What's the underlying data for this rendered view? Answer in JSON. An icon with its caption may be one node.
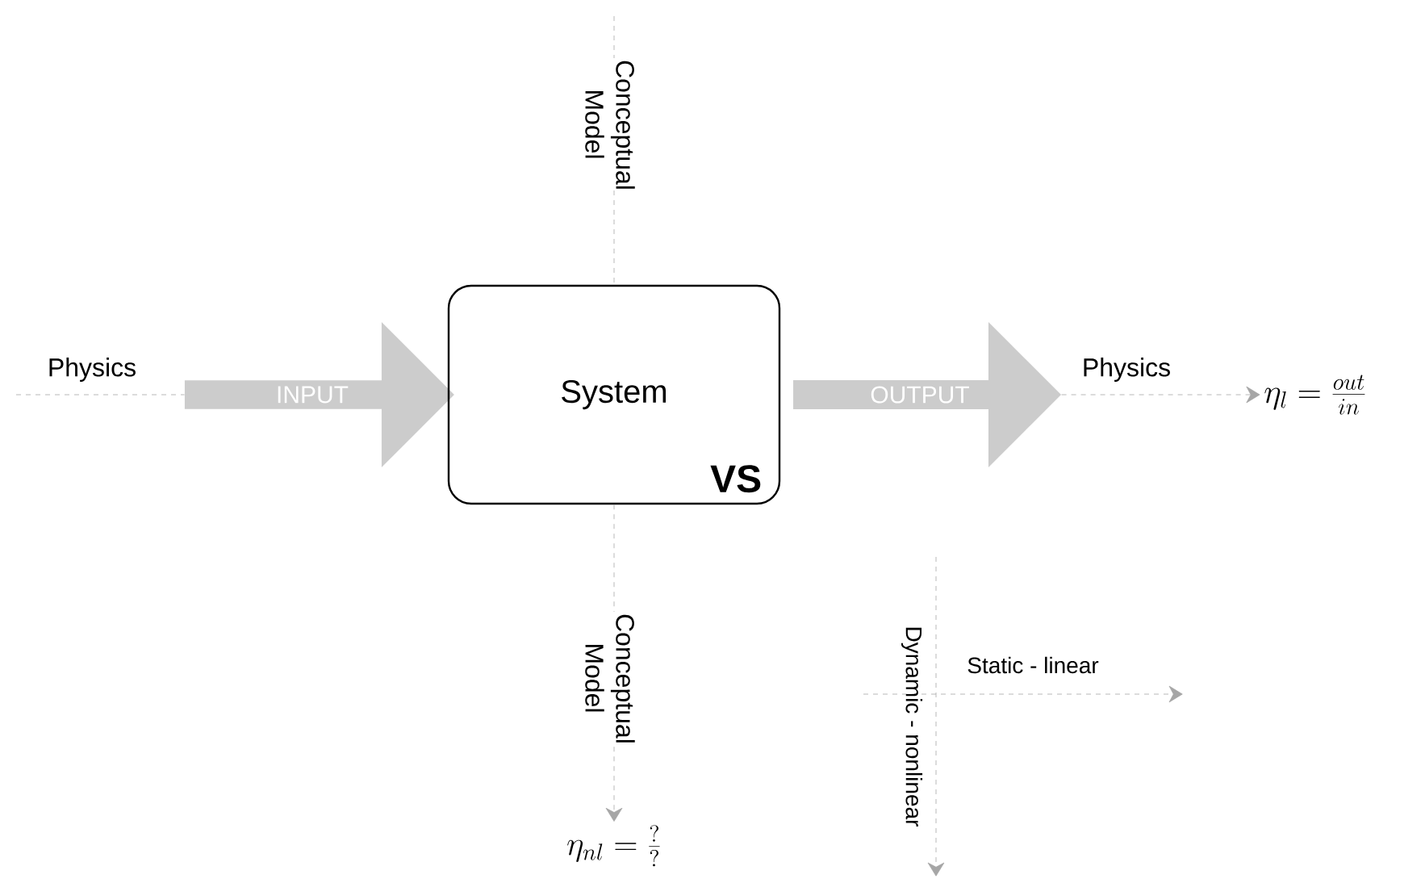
{
  "diagram": {
    "nodes": [
      {
        "text": [
          "INPUT"
        ]
      },
      {
        "text": [
          "System",
          "VS"
        ]
      },
      {
        "text": [
          "OUTPUT"
        ]
      },
      {
        "text": [
          "\\eta_{l} = \\frac{out}{in}"
        ]
      },
      {
        "text": [
          "\\eta_{nl} = \\frac{?}{?}"
        ]
      }
    ],
    "edges": [
      {
        "from": null,
        "to": 0,
        "arrow": "none",
        "style": "dashed",
        "label": "Physics"
      },
      {
        "from": 2,
        "to": 3,
        "arrow": "to",
        "style": "dashed",
        "label": "Physics"
      },
      {
        "from": null,
        "to": 1,
        "arrow": "none",
        "style": "dashed",
        "label": "Conceptual Model"
      },
      {
        "from": 1,
        "to": 4,
        "arrow": "to",
        "style": "dashed",
        "label": "Conceptual Model"
      }
    ],
    "labels": [
      "Dynamic - nonlinear",
      "Static - linear"
    ]
  }
}
